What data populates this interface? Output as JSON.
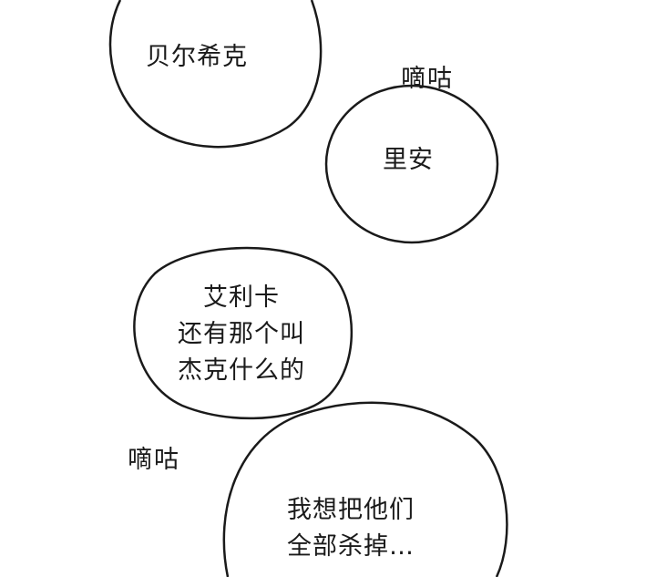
{
  "bubbles": [
    {
      "lines": [
        "贝尔希克"
      ]
    },
    {
      "lines": [
        "里安"
      ]
    },
    {
      "lines": [
        "艾利卡",
        "还有那个叫",
        "杰克什么的"
      ]
    },
    {
      "lines": [
        "我想把他们",
        "全部杀掉…"
      ]
    }
  ],
  "sound_effects": [
    "嘀咕",
    "嘀咕"
  ],
  "colors": {
    "ink": "#1a1a1a",
    "background": "#ffffff"
  }
}
